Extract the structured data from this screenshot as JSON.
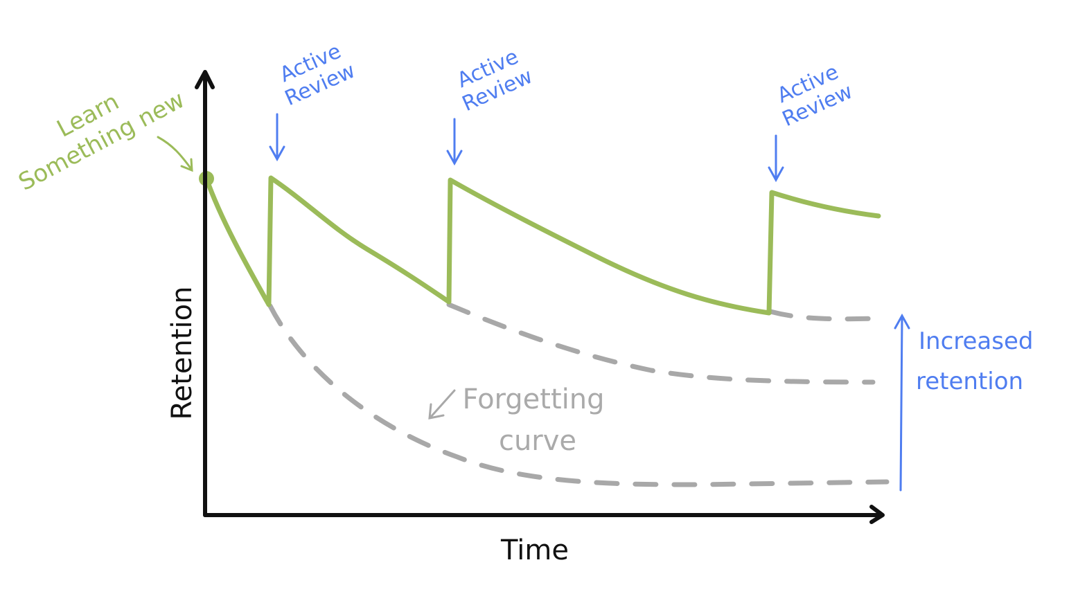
{
  "axes": {
    "x_label": "Time",
    "y_label": "Retention"
  },
  "annotations": {
    "learn": {
      "line1": "Learn",
      "line2": "Something new"
    },
    "active_review": [
      {
        "line1": "Active",
        "line2": "Review"
      },
      {
        "line1": "Active",
        "line2": "Review"
      },
      {
        "line1": "Active",
        "line2": "Review"
      }
    ],
    "forgetting_curve": {
      "line1": "Forgetting",
      "line2": "curve"
    },
    "increased_retention": {
      "line1": "Increased",
      "line2": "retention"
    }
  },
  "colors": {
    "retention_curve": "#9BBB59",
    "review": "#4F7DF0",
    "forgetting_curve": "#A8A8A8",
    "axis": "#111111"
  }
}
